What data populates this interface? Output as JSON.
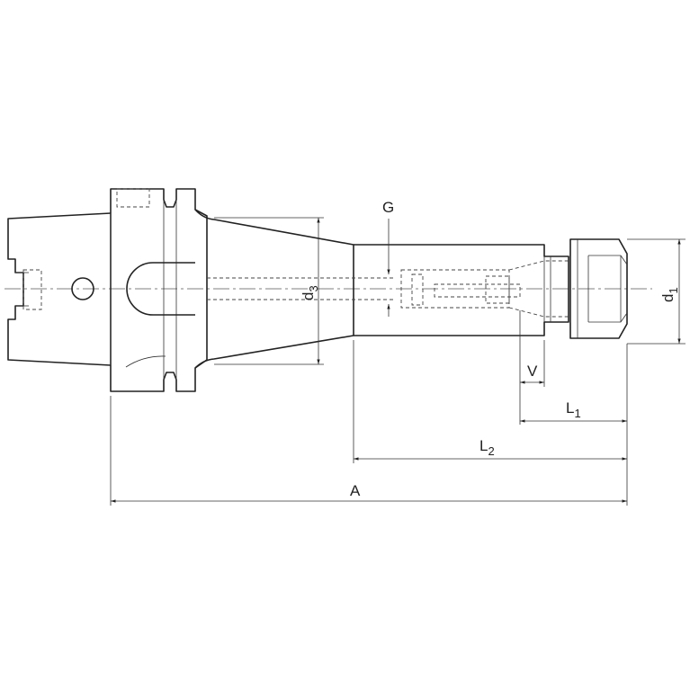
{
  "diagram": {
    "dimensions": {
      "G": {
        "label": "G",
        "sub": ""
      },
      "d3": {
        "label": "d",
        "sub": "3"
      },
      "d1": {
        "label": "d",
        "sub": "1"
      },
      "V": {
        "label": "V",
        "sub": ""
      },
      "L1": {
        "label": "L",
        "sub": "1"
      },
      "L2": {
        "label": "L",
        "sub": "2"
      },
      "A": {
        "label": "A",
        "sub": ""
      }
    }
  }
}
